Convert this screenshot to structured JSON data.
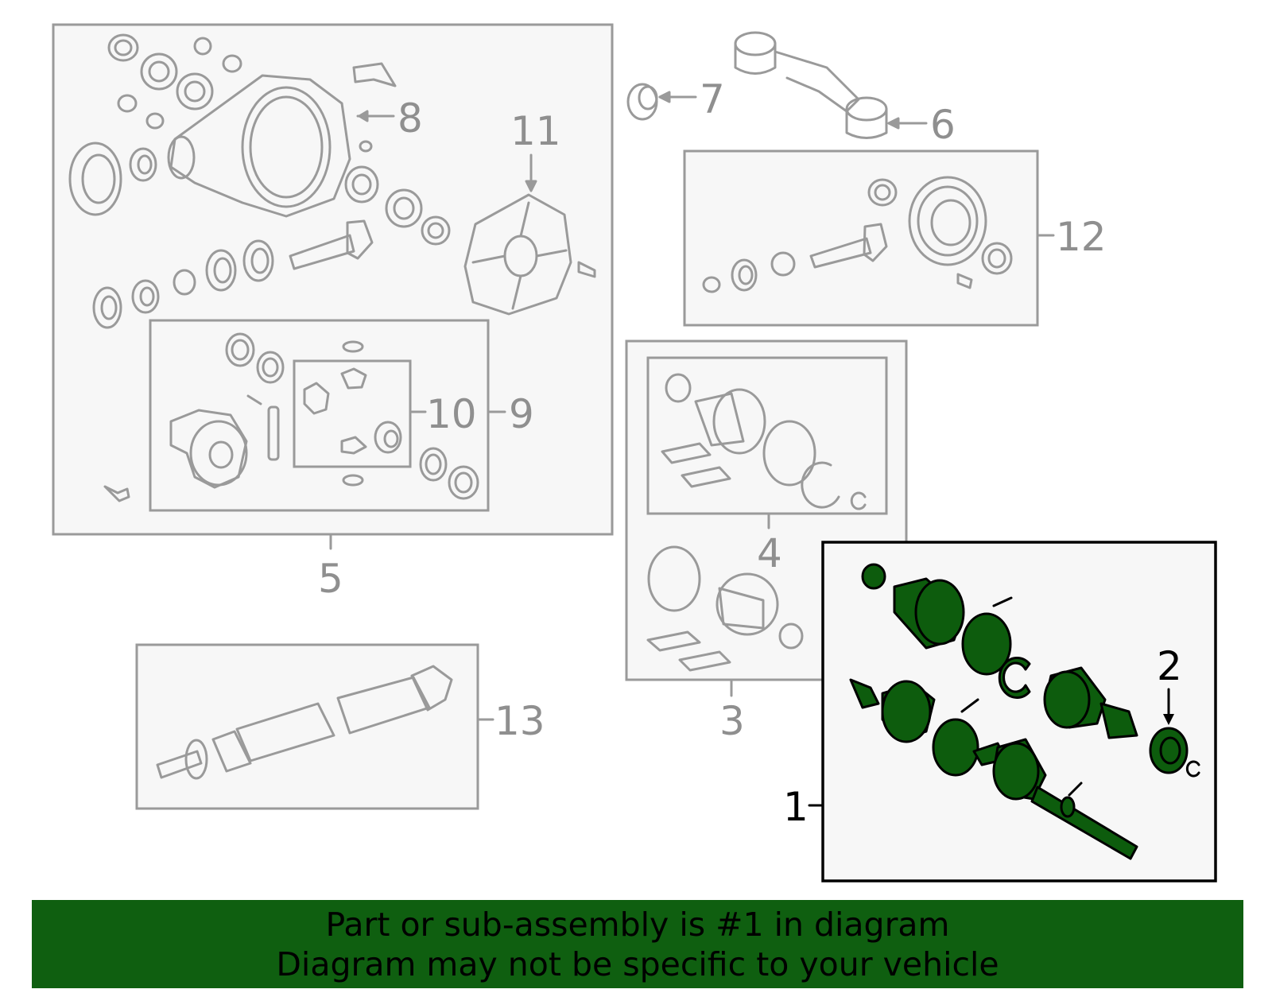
{
  "callouts": {
    "c1": "1",
    "c2": "2",
    "c3": "3",
    "c4": "4",
    "c5": "5",
    "c6": "6",
    "c7": "7",
    "c8": "8",
    "c9": "9",
    "c10": "10",
    "c11": "11",
    "c12": "12",
    "c13": "13"
  },
  "highlighted_part": "1",
  "colors": {
    "highlight": "#0d5c0d",
    "banner": "#0f5f10",
    "outline": "#9a9a9a"
  },
  "banner": {
    "line1": "Part or sub-assembly is #1 in diagram",
    "line2": "Diagram may not be specific to your vehicle"
  }
}
